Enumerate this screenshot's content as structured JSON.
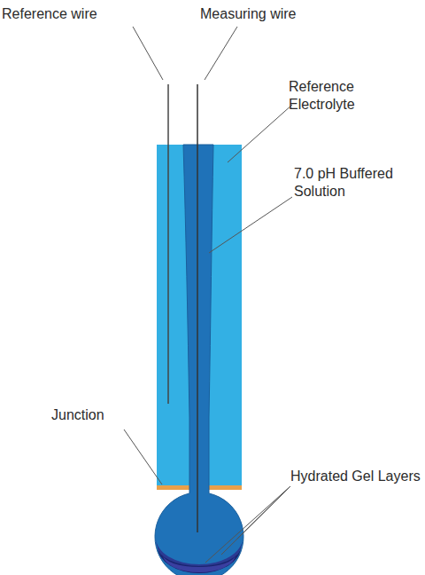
{
  "diagram": {
    "labels": [
      "Reference wire",
      "Measuring wire",
      "Reference Electrolyte",
      "7.0 pH Buffered Solution",
      "Junction",
      "Hydrated Gel Layers"
    ]
  }
}
